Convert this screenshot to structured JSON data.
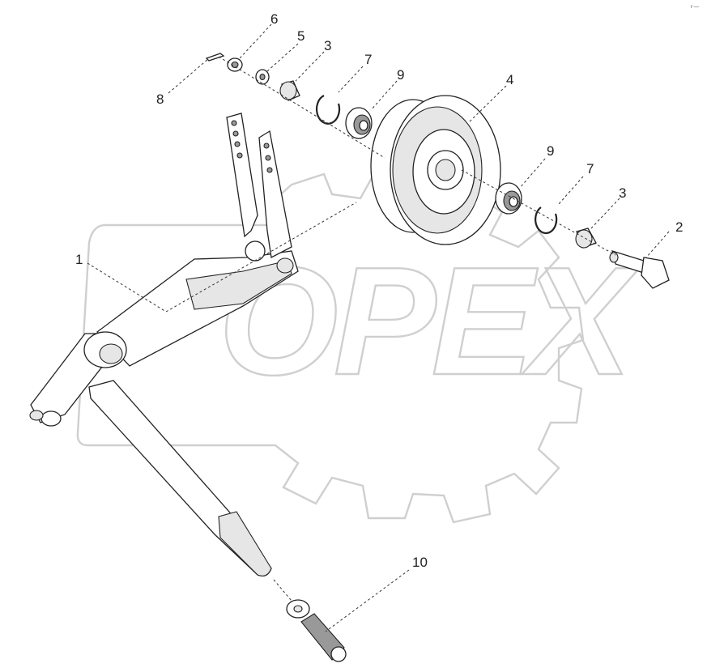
{
  "watermark": {
    "text": "OPEX"
  },
  "corner_marker": "r·—",
  "callouts": [
    {
      "id": "1",
      "label": "1"
    },
    {
      "id": "2",
      "label": "2"
    },
    {
      "id": "3a",
      "label": "3"
    },
    {
      "id": "3b",
      "label": "3"
    },
    {
      "id": "4",
      "label": "4"
    },
    {
      "id": "5",
      "label": "5"
    },
    {
      "id": "6",
      "label": "6"
    },
    {
      "id": "7a",
      "label": "7"
    },
    {
      "id": "7b",
      "label": "7"
    },
    {
      "id": "8",
      "label": "8"
    },
    {
      "id": "9a",
      "label": "9"
    },
    {
      "id": "9b",
      "label": "9"
    },
    {
      "id": "10",
      "label": "10"
    }
  ],
  "colors": {
    "line": "#222222",
    "watermark": "#cfcfcf",
    "background": "#ffffff"
  }
}
